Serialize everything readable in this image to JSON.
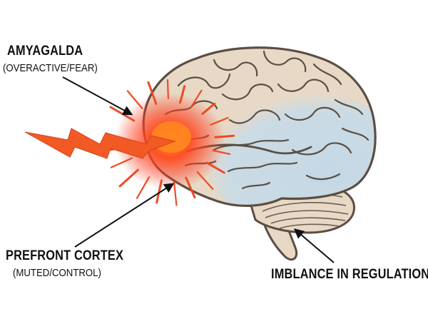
{
  "labels": {
    "amygdala_title": "AMYAGALDA",
    "amygdala_sub": "(OVERACTIVE/FEAR)",
    "prefront_title": "PREFRONT CORTEX",
    "prefront_sub": "(MUTED/CONTROL)",
    "imbalance": "IMBLANCE IN REGULATION"
  },
  "colors": {
    "brain_fill": "#e8d9c6",
    "brain_outline": "#5b4e43",
    "cool_region": "#c9dbe6",
    "hot_glow": "#ff3b1f",
    "burst": "#ee4a25",
    "bolt": "#f15a24",
    "arrow": "#111111"
  }
}
